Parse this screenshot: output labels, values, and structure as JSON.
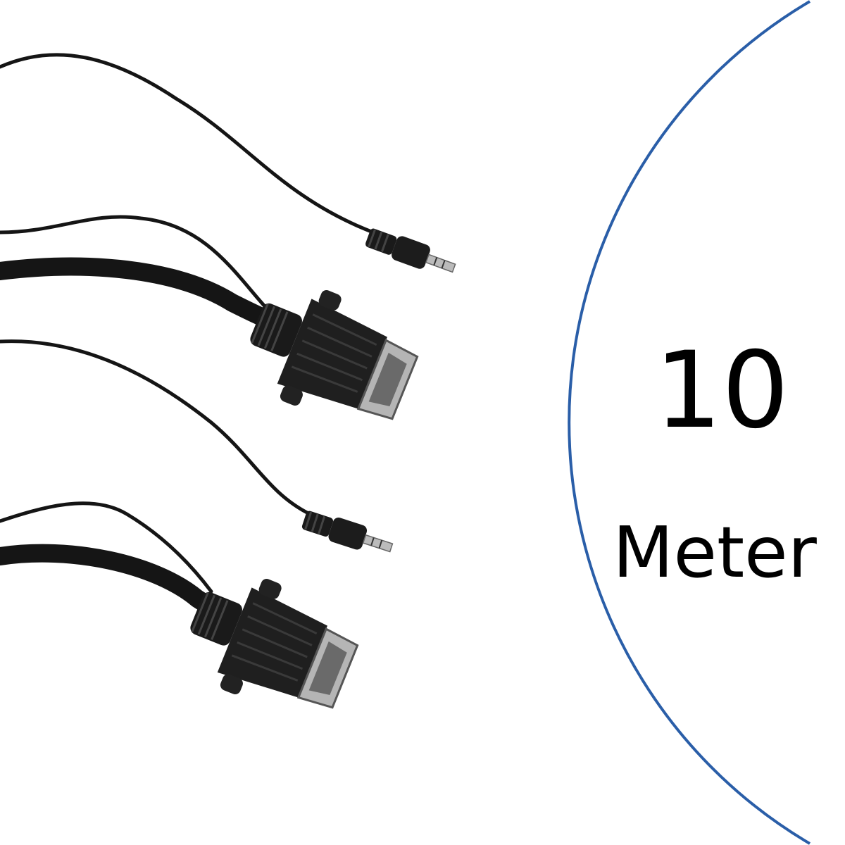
{
  "product": {
    "length_value": "10",
    "length_unit": "Meter"
  },
  "colors": {
    "circle": "#2a5ea8",
    "cable": "#151515",
    "connector": "#1c1c1c",
    "metal": "#a8a8a8"
  },
  "icons": [
    "vga-cable-with-audio-jack-image"
  ]
}
